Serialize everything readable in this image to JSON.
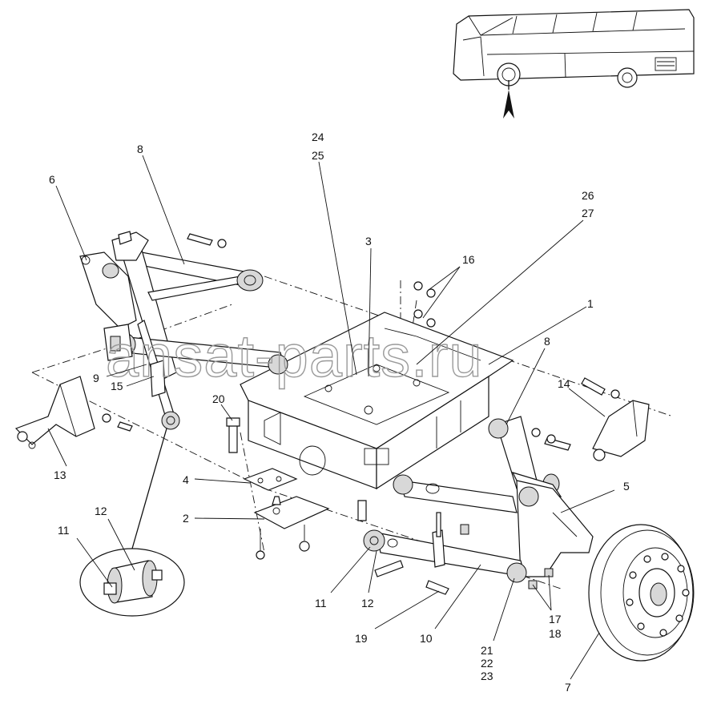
{
  "watermark": "ansat-parts.ru",
  "callouts": {
    "c1": "1",
    "c2": "2",
    "c3": "3",
    "c4": "4",
    "c5": "5",
    "c6": "6",
    "c7": "7",
    "c8a": "8",
    "c8b": "8",
    "c9": "9",
    "c10": "10",
    "c11a": "11",
    "c11b": "11",
    "c12a": "12",
    "c12b": "12",
    "c13": "13",
    "c14": "14",
    "c15": "15",
    "c16": "16",
    "c17": "17",
    "c18": "18",
    "c19": "19",
    "c20": "20",
    "c21": "21",
    "c22": "22",
    "c23": "23",
    "c24": "24",
    "c25": "25",
    "c26": "26",
    "c27": "27"
  }
}
